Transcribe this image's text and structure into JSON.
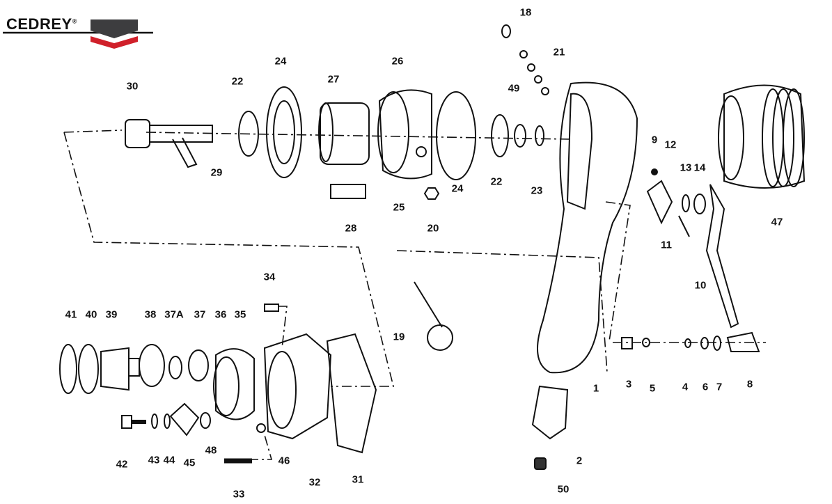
{
  "brand": {
    "name": "CEDREY",
    "mark": "®",
    "colors": {
      "dark": "#3d3d3f",
      "red": "#d0202a"
    }
  },
  "parts": [
    "18",
    "21",
    "30",
    "22",
    "24",
    "27",
    "26",
    "49",
    "29",
    "22",
    "23",
    "24",
    "25",
    "20",
    "28",
    "9",
    "12",
    "13",
    "14",
    "47",
    "11",
    "10",
    "34",
    "41",
    "40",
    "39",
    "38",
    "37A",
    "37",
    "36",
    "35",
    "19",
    "1",
    "3",
    "5",
    "4",
    "6",
    "7",
    "8",
    "42",
    "43",
    "44",
    "45",
    "48",
    "46",
    "32",
    "31",
    "2",
    "33",
    "50"
  ]
}
